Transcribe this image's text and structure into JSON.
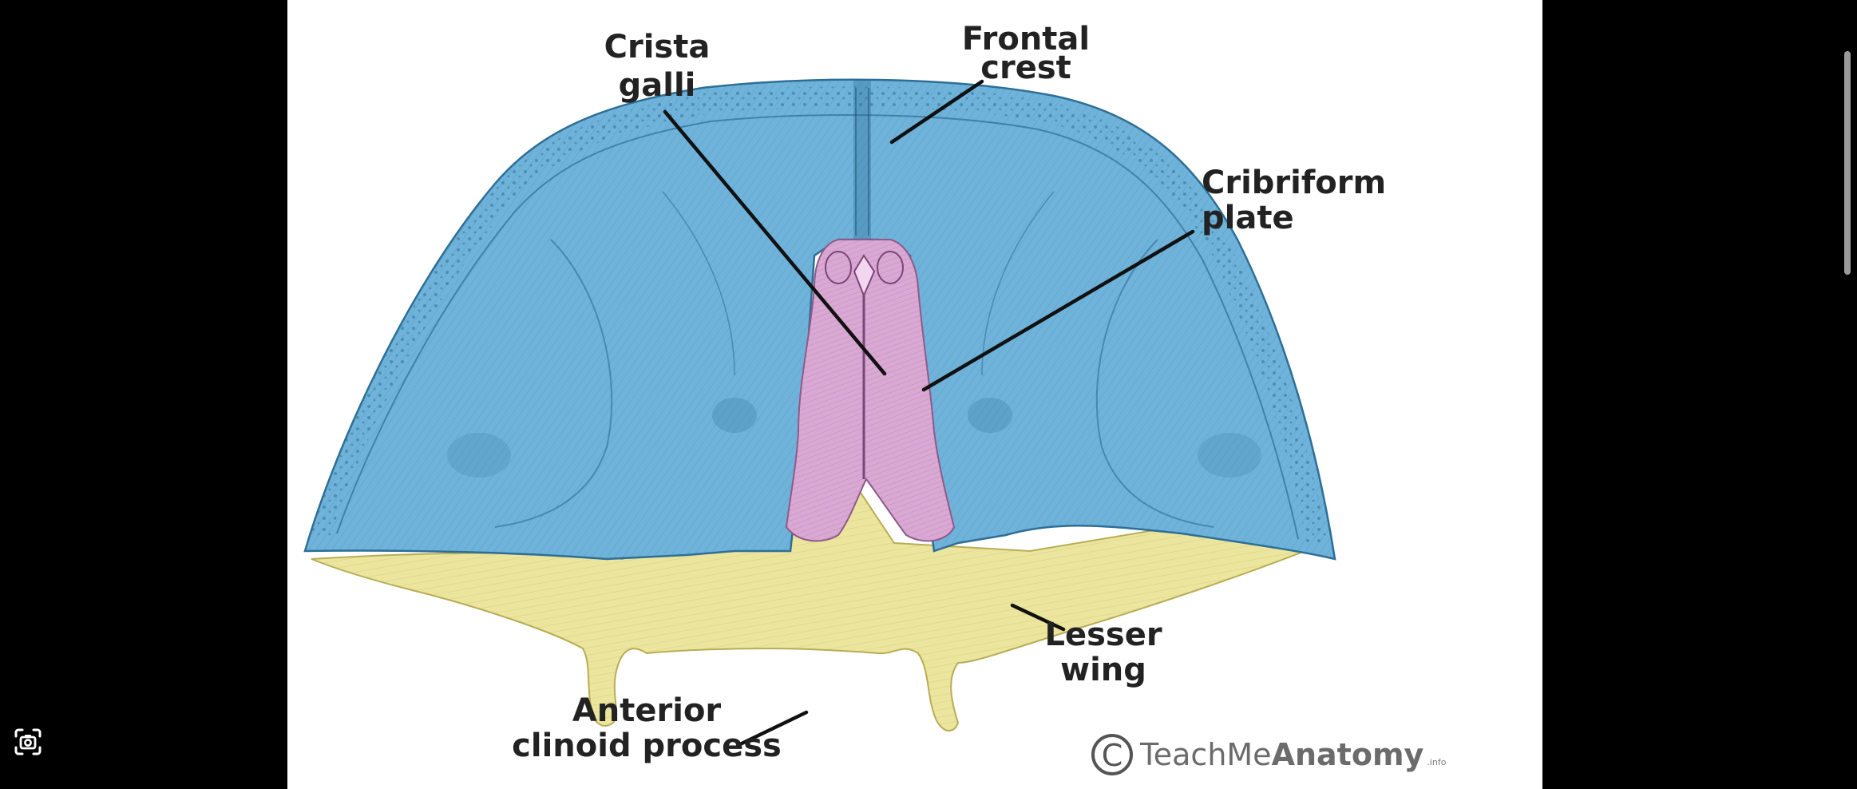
{
  "diagram": {
    "labels": {
      "crista_galli_line1": "Crista",
      "crista_galli_line2": "galli",
      "frontal_crest_line1": "Frontal",
      "frontal_crest_line2": "crest",
      "cribriform_plate_line1": "Cribriform",
      "cribriform_plate_line2": "plate",
      "lesser_wing_line1": "Lesser",
      "lesser_wing_line2": "wing",
      "anterior_clinoid_line1": "Anterior",
      "anterior_clinoid_line2": "clinoid process"
    },
    "colors": {
      "frontal_bone": "#6fb3da",
      "ethmoid_bone": "#d9a8d3",
      "sphenoid_bone": "#ece59d"
    }
  },
  "watermark": {
    "copyright_symbol": "C",
    "brand_regular": "TeachMe",
    "brand_bold": "Anatomy",
    "brand_suffix": ".info"
  },
  "controls": {
    "screenshot_icon": "camera-icon"
  }
}
